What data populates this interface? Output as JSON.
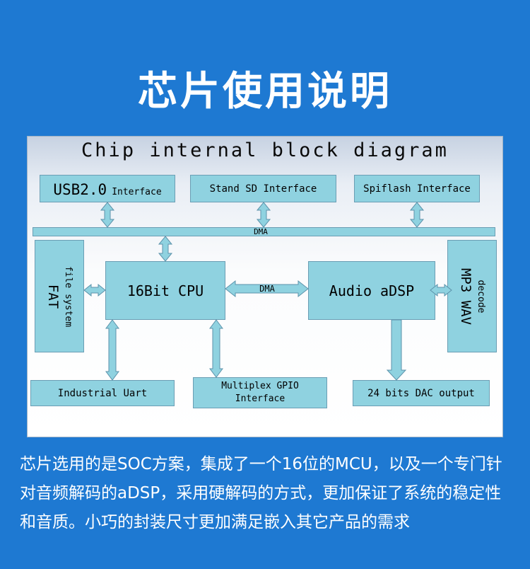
{
  "page": {
    "title": "芯片使用说明"
  },
  "diagram": {
    "title": "Chip internal block diagram",
    "usb": {
      "main": "USB2.0",
      "sub": "Interface"
    },
    "sd": {
      "label": "Stand SD Interface"
    },
    "spiflash": {
      "label": "Spiflash Interface"
    },
    "bus": {
      "label": "DMA"
    },
    "fat": {
      "main": "FAT",
      "sub": "file system"
    },
    "cpu": {
      "label": "16Bit CPU"
    },
    "link": {
      "label": "DMA"
    },
    "adsp": {
      "label": "Audio aDSP"
    },
    "mp3": {
      "main": "MP3 WAV",
      "sub": "decode"
    },
    "uart": {
      "label": "Industrial Uart"
    },
    "gpio": {
      "line1": "Multiplex GPIO",
      "line2": "Interface"
    },
    "dac": {
      "label": "24 bits DAC output"
    }
  },
  "description": {
    "text": "芯片选用的是SOC方案，集成了一个16位的MCU，以及一个专门针对音频解码的aDSP，采用硬解码的方式，更加保证了系统的稳定性和音质。小巧的封装尺寸更加满足嵌入其它产品的需求"
  },
  "colors": {
    "background": "#1e79d2",
    "block_fill": "#8fd2e0",
    "block_border": "#6b9eb4",
    "title_text": "#ffffff"
  }
}
